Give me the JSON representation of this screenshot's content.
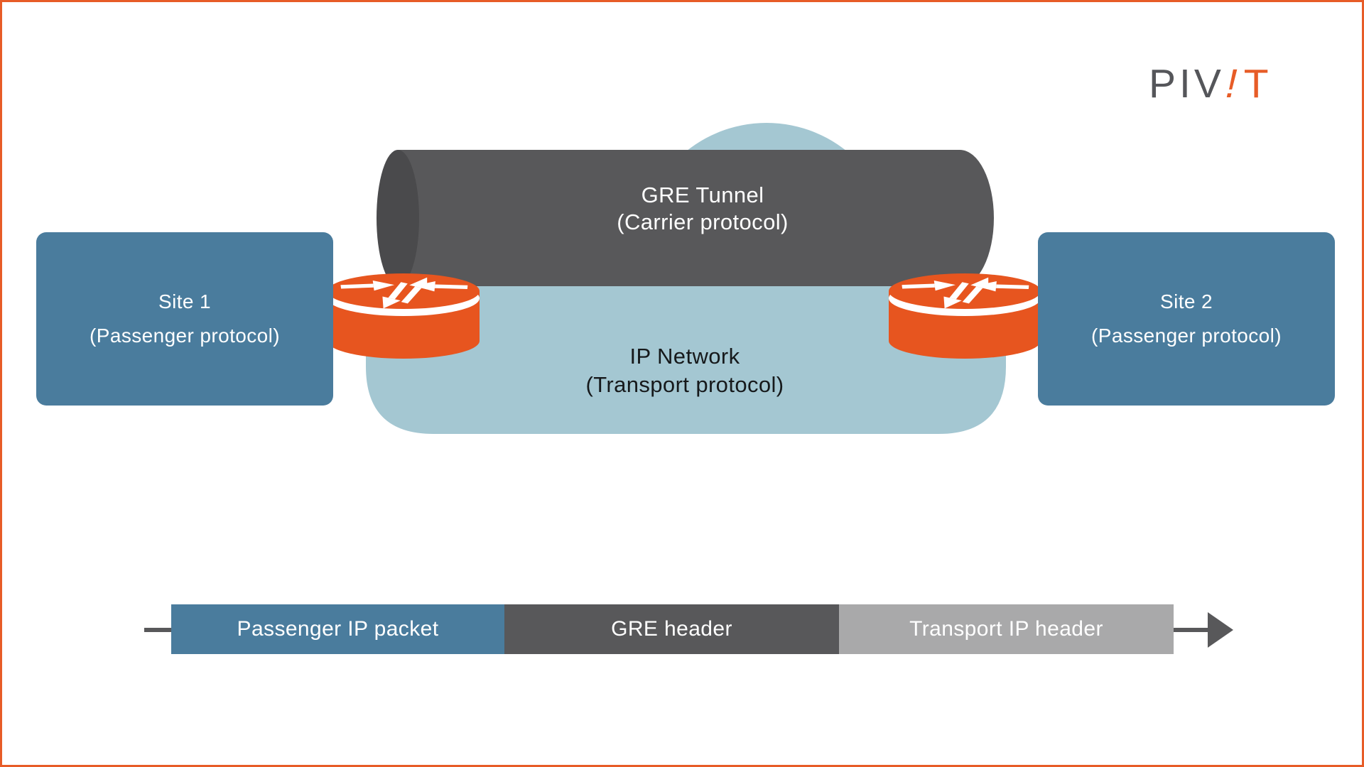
{
  "logo": {
    "gray": "PIV",
    "excl": "!",
    "orange": "T"
  },
  "diagram": {
    "site1": {
      "line1": "Site 1",
      "line2": "(Passenger protocol)"
    },
    "site2": {
      "line1": "Site 2",
      "line2": "(Passenger protocol)"
    },
    "tunnel": {
      "line1": "GRE Tunnel",
      "line2": "(Carrier protocol)"
    },
    "network": {
      "line1": "IP Network",
      "line2": "(Transport protocol)"
    },
    "routers": [
      "router-site1",
      "router-site2"
    ]
  },
  "packet_bar": {
    "segments": [
      {
        "label": "Passenger IP packet",
        "color": "#4A7C9D"
      },
      {
        "label": "GRE header",
        "color": "#58585A"
      },
      {
        "label": "Transport IP header",
        "color": "#A9A9AA"
      }
    ],
    "flow_direction": "left-to-right"
  },
  "colors": {
    "accent_orange": "#E75C27",
    "steel_blue": "#4A7C9D",
    "cloud_blue": "#A4C7D2",
    "tunnel_gray": "#58585A",
    "tunnel_cap_gray": "#4A4A4C",
    "light_gray": "#A9A9AA",
    "dark_text": "#16191B"
  }
}
